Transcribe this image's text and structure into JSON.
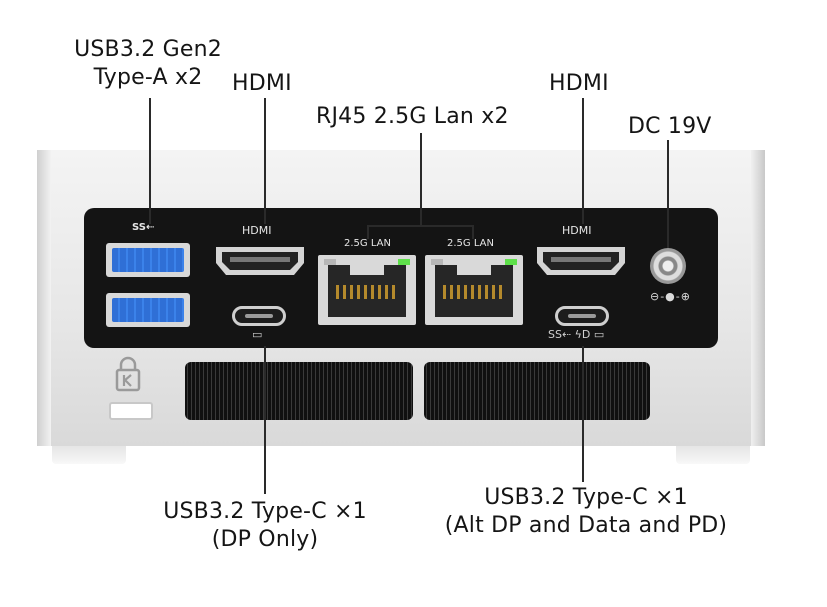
{
  "callouts": {
    "usb_a_line1": "USB3.2 Gen2",
    "usb_a_line2": "Type-A x2",
    "hdmi_left": "HDMI",
    "rj45": "RJ45 2.5G Lan x2",
    "hdmi_right": "HDMI",
    "dc": "DC 19V",
    "usbc_left_line1": "USB3.2 Type-C ×1",
    "usbc_left_line2": "(DP Only)",
    "usbc_right_line1": "USB3.2 Type-C ×1",
    "usbc_right_line2": "(Alt DP and Data and PD)"
  },
  "panel": {
    "usb_a_symbol": "SS⇠",
    "hdmi_left_label": "HDMI",
    "lan1_label": "2.5G LAN",
    "lan2_label": "2.5G LAN",
    "hdmi_right_label": "HDMI",
    "usbc_left_symbol": "▭",
    "usbc_right_symbol": "SS⇠ ϟD ▭",
    "dc_symbol": "⊖-●-⊕"
  },
  "colors": {
    "usb_blue": "#2f6fd6",
    "panel_black": "#141414",
    "chassis_silver": "#e6e6e6",
    "lan_led": "#5ee04a"
  },
  "icons": {
    "lock": "kensington-lock-icon",
    "monitor": "display-icon",
    "power": "power-delivery-icon"
  }
}
